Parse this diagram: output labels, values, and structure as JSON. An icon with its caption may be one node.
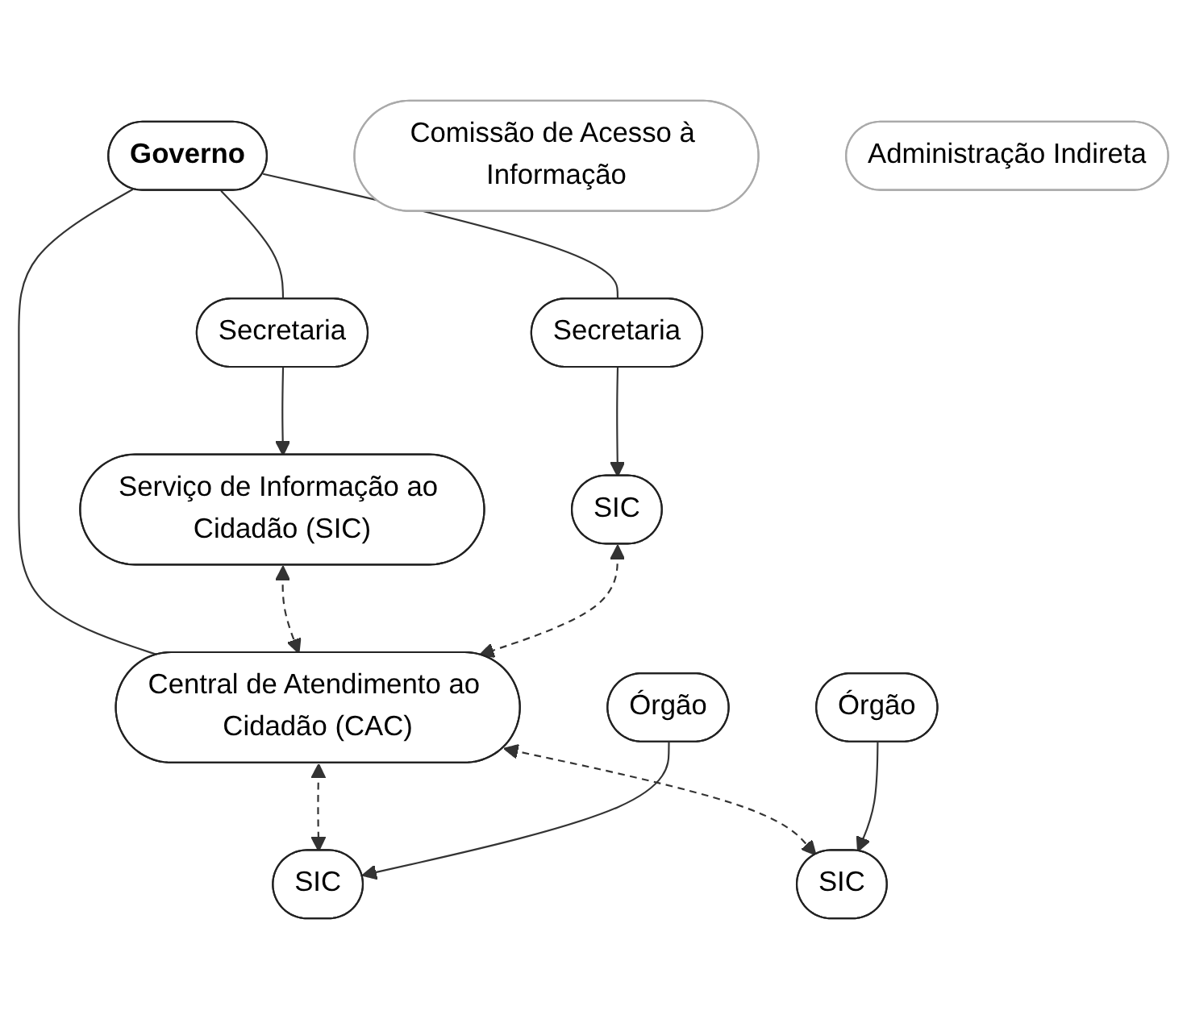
{
  "diagram": {
    "nodes": [
      {
        "text": [
          "Governo"
        ]
      },
      {
        "text": [
          "Comissão de Acesso à Informação"
        ]
      },
      {
        "text": [
          "Secretaria"
        ]
      },
      {
        "text": [
          "Secretaria"
        ]
      },
      {
        "text": [
          "Serviço de Informação ao Cidadão (SIC)"
        ]
      },
      {
        "text": [
          "SIC"
        ]
      },
      {
        "text": [
          "Central de Atendimento ao Cidadão (CAC)"
        ]
      },
      {
        "text": [
          "SIC"
        ]
      },
      {
        "text": [
          "Administração Indireta"
        ]
      },
      {
        "text": [
          "SIC"
        ]
      },
      {
        "text": [
          "Órgão"
        ]
      },
      {
        "text": [
          "Órgão"
        ]
      }
    ],
    "edges": [
      {
        "from": 0,
        "to": 2,
        "arrow": "none"
      },
      {
        "from": 0,
        "to": 3,
        "arrow": "none"
      },
      {
        "from": 0,
        "to": 6,
        "arrow": "none"
      },
      {
        "from": 2,
        "to": 4,
        "arrow": "to"
      },
      {
        "from": 3,
        "to": 5,
        "arrow": "to"
      },
      {
        "from": 4,
        "to": 6,
        "arrow": "both",
        "style": "dashed"
      },
      {
        "from": 5,
        "to": 6,
        "arrow": "both",
        "style": "dashed"
      },
      {
        "from": 6,
        "to": 7,
        "arrow": "both",
        "style": "dashed"
      },
      {
        "from": 6,
        "to": 9,
        "arrow": "both",
        "style": "dashed"
      },
      {
        "from": 10,
        "to": 7,
        "arrow": "to"
      },
      {
        "from": 11,
        "to": 9,
        "arrow": "to"
      }
    ]
  }
}
